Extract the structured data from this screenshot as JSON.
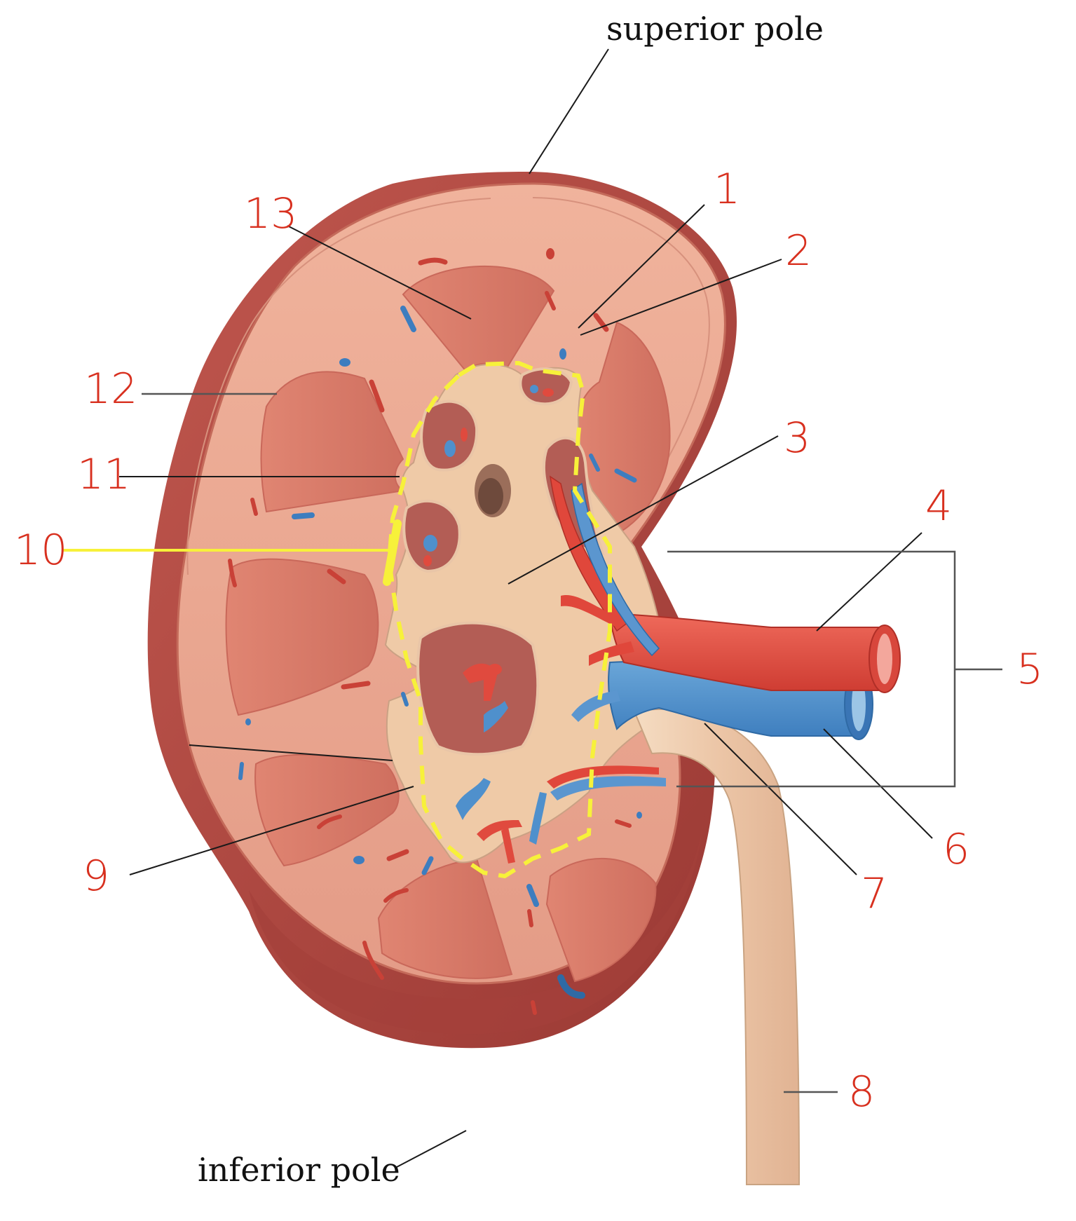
{
  "labels": {
    "superior_pole": "superior pole",
    "inferior_pole": "inferior pole",
    "n1": "1",
    "n2": "2",
    "n3": "3",
    "n4": "4",
    "n5": "5",
    "n6": "6",
    "n7": "7",
    "n8": "8",
    "n9": "9",
    "n10": "10",
    "n11": "11",
    "n12": "12",
    "n13": "13"
  },
  "colors": {
    "label_text": "#111111",
    "number_text": "#d8301f",
    "highlight": "#f7f13a",
    "capsule": "#b84a44",
    "cortex": "#e9a18a",
    "pyramid": "#dc8070",
    "sinus": "#f1cfae",
    "artery": "#e04a3e",
    "vein": "#4f90cc"
  }
}
